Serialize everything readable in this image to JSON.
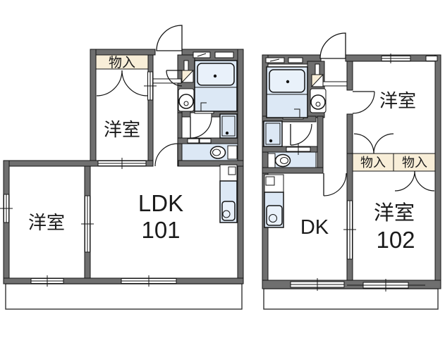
{
  "colors": {
    "wall": "#6f6f6f",
    "outline": "#141414",
    "cream": "#f8eed8",
    "fixture": "#dce8f5",
    "fixture_light": "#e9f1fa",
    "floor": "#ffffff",
    "balcony_line": "#333333"
  },
  "unit101": {
    "closet": "物入",
    "bedroom_upper": "洋室",
    "bedroom_lower": "洋室",
    "living": "LDK",
    "unit_number": "101"
  },
  "unit102": {
    "bedroom_upper": "洋室",
    "closet_left": "物入",
    "closet_right": "物入",
    "dining_kitchen": "DK",
    "bedroom_main": "洋室",
    "unit_number": "102"
  }
}
